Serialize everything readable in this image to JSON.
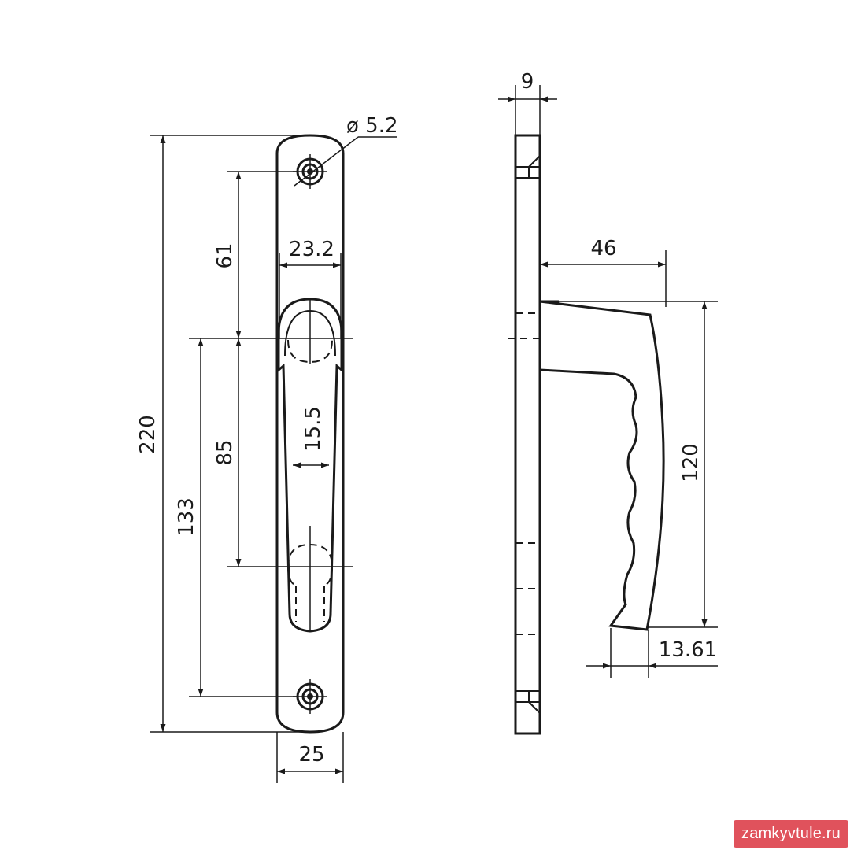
{
  "drawing": {
    "front_view": {
      "total_height": "220",
      "screw_to_handle": "61",
      "handle_width": "23.2",
      "grip_width": "15.5",
      "spindle_to_key": "85",
      "handle_to_screw": "133",
      "plate_width": "25",
      "screw_diameter": "ø 5.2"
    },
    "side_view": {
      "plate_thickness": "9",
      "handle_projection": "46",
      "handle_length": "120",
      "tip_width": "13.61"
    }
  },
  "watermark": "zamkyvtule.ru"
}
